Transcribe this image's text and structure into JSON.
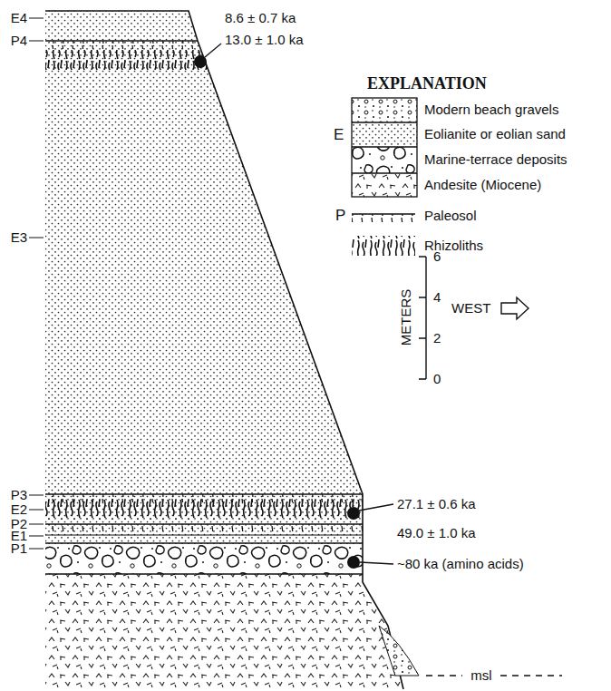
{
  "diagram": {
    "labels": [
      "E4",
      "P4",
      "E3",
      "P3",
      "E2",
      "P2",
      "E1",
      "P1",
      "8.6 ± 0.7 ka",
      "13.0 ± 1.0 ka",
      "27.1 ± 0.6 ka",
      "49.0 ± 1.0 ka",
      "~80 ka (amino acids)",
      "EXPLANATION",
      "E",
      "P",
      "6",
      "4",
      "2",
      "0",
      "METERS",
      "WEST",
      "msl"
    ],
    "legend": [
      {
        "text": "Modern beach gravels"
      },
      {
        "text": "Eolianite or eolian sand"
      },
      {
        "text": "Marine-terrace deposits"
      },
      {
        "text": "Andesite (Miocene)"
      },
      {
        "text": "Paleosol"
      },
      {
        "text": "Rhizoliths"
      }
    ]
  }
}
